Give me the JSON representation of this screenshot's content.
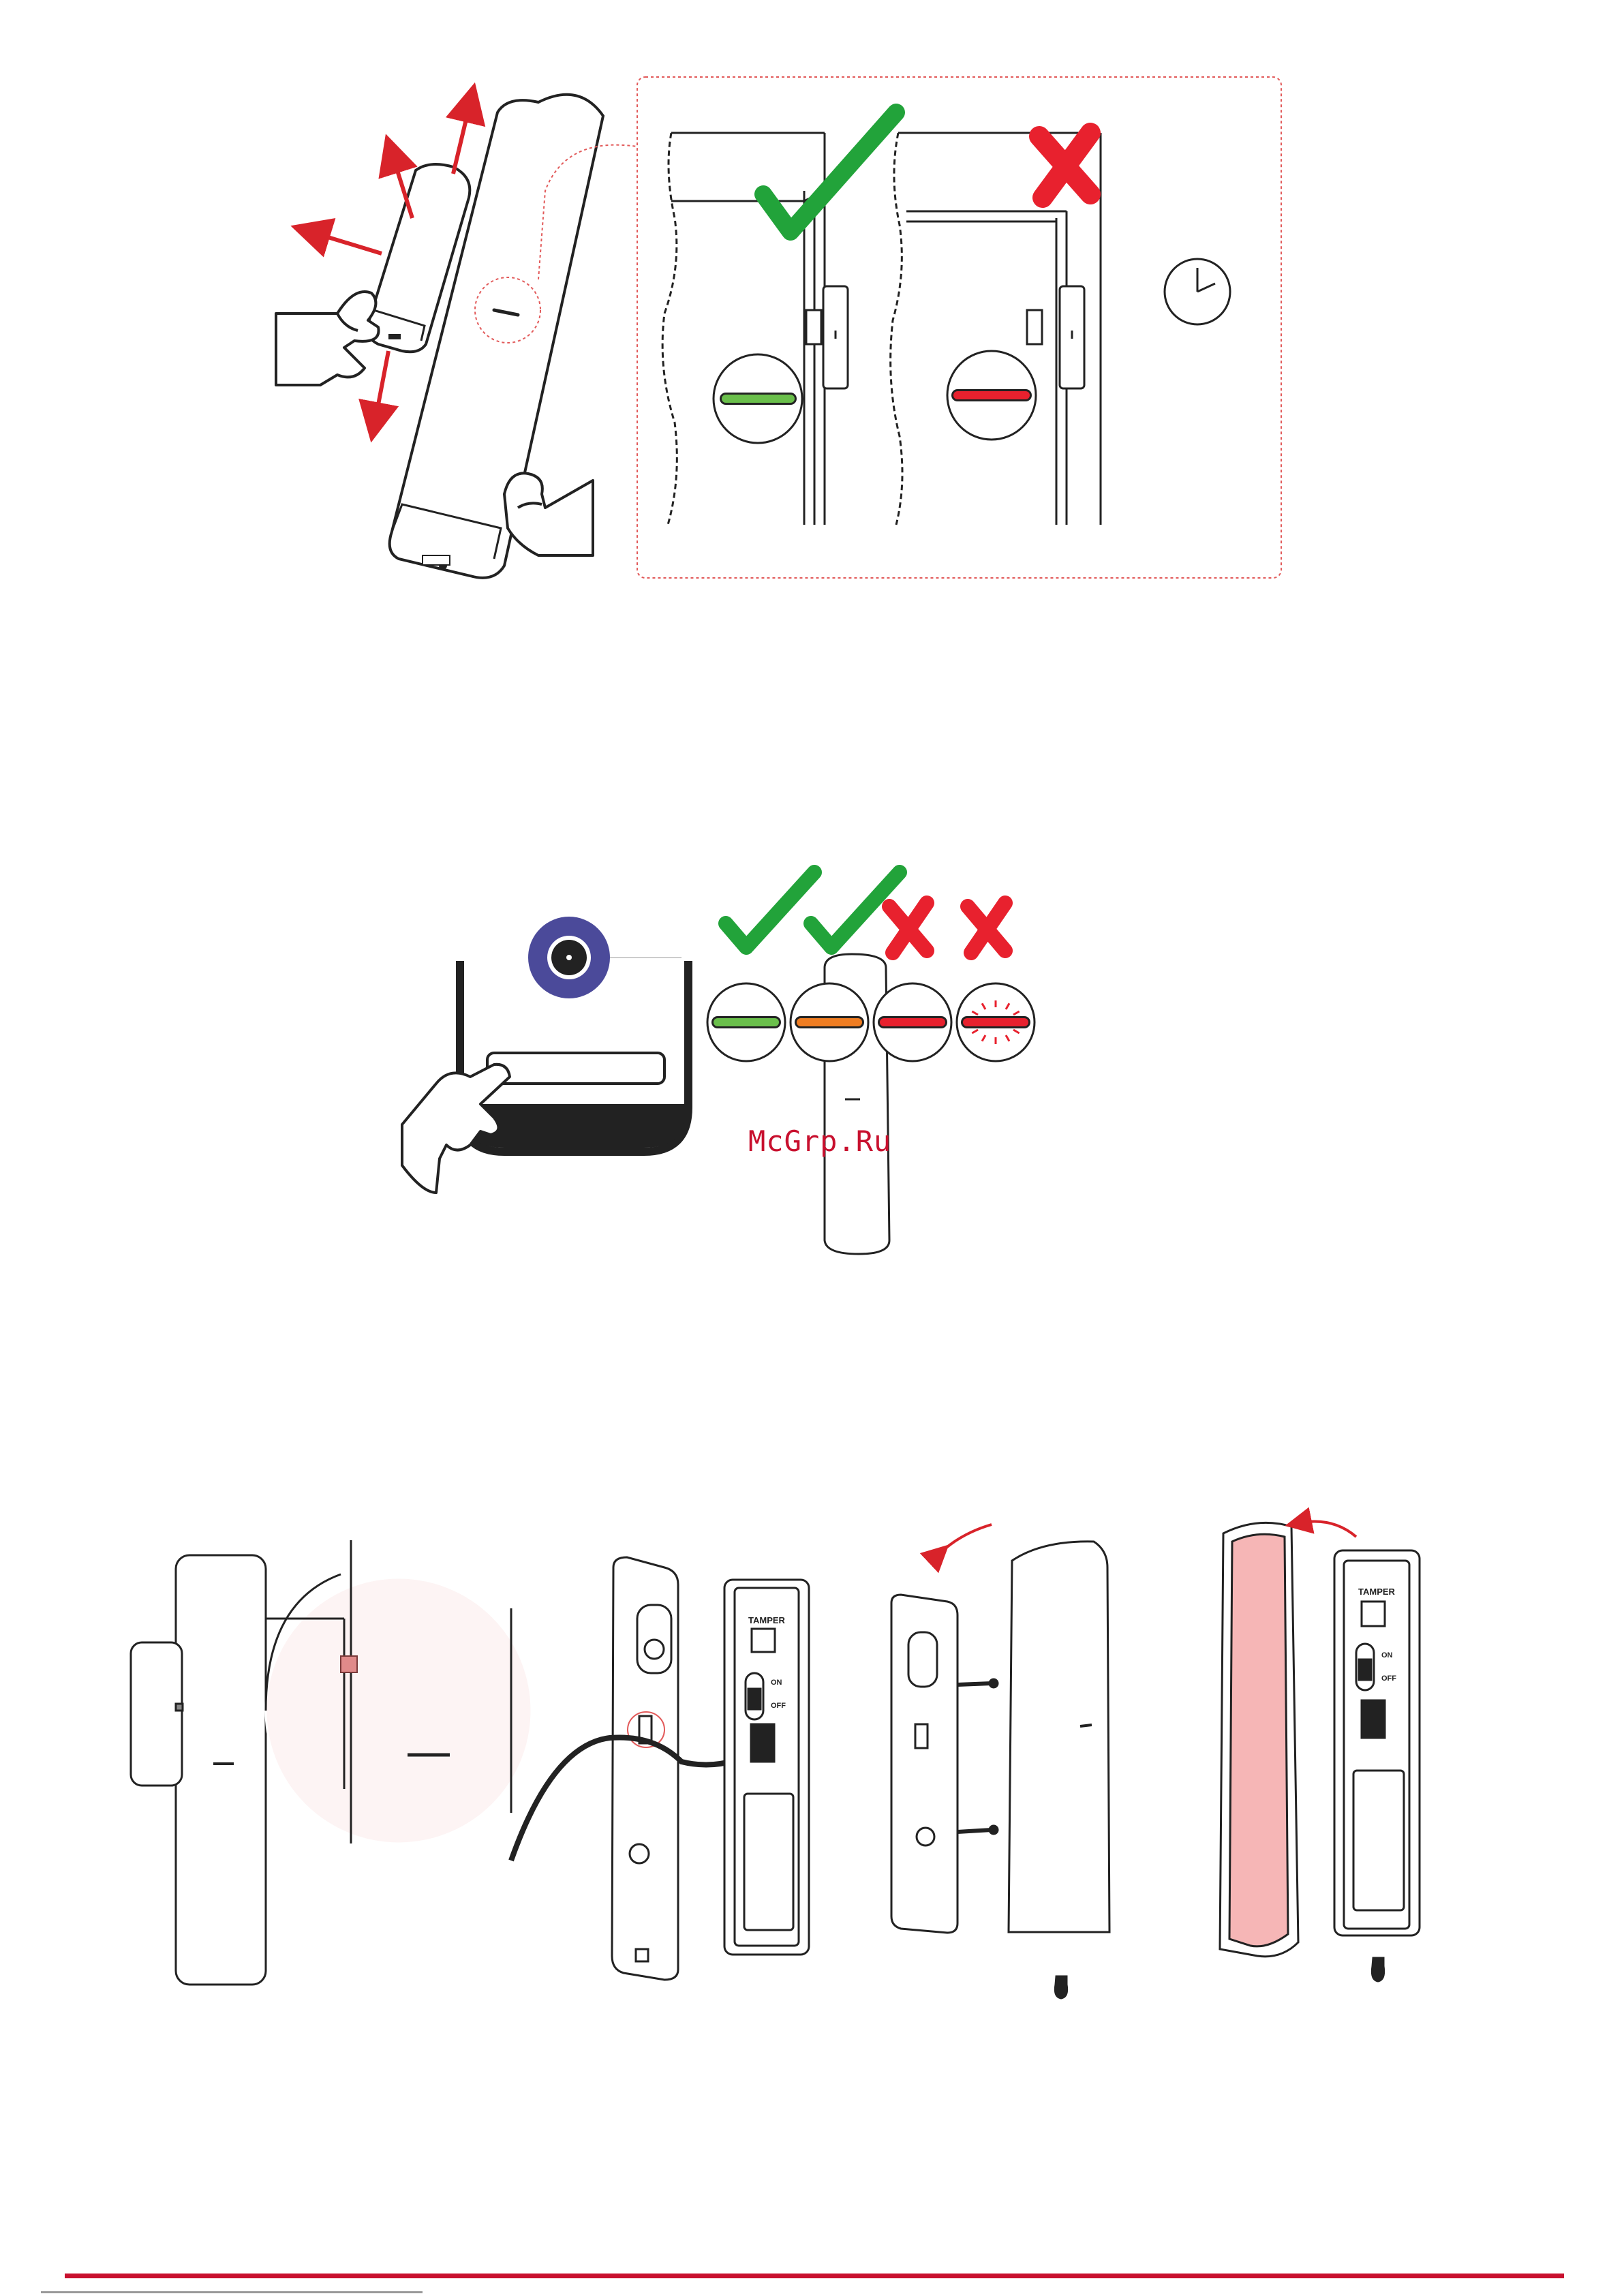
{
  "watermark": "McGrp.Ru",
  "labels": {
    "tamper_left": "TAMPER",
    "tamper_right": "TAMPER",
    "on_left": "ON",
    "off_left": "OFF",
    "on_right": "ON",
    "off_right": "OFF"
  },
  "led_states": [
    {
      "color": "#6abf4b",
      "ok": true
    },
    {
      "color": "#ef7d22",
      "ok": true
    },
    {
      "color": "#e8212e",
      "ok": false
    },
    {
      "color": "#e8212e",
      "ok": false,
      "blinking": true
    }
  ],
  "colors": {
    "accent_red": "#c8102e",
    "ok_green": "#22a33a",
    "bad_red": "#e8212e",
    "button_ring": "#4b4a9a",
    "highlight_pink": "#f6b6b6"
  }
}
